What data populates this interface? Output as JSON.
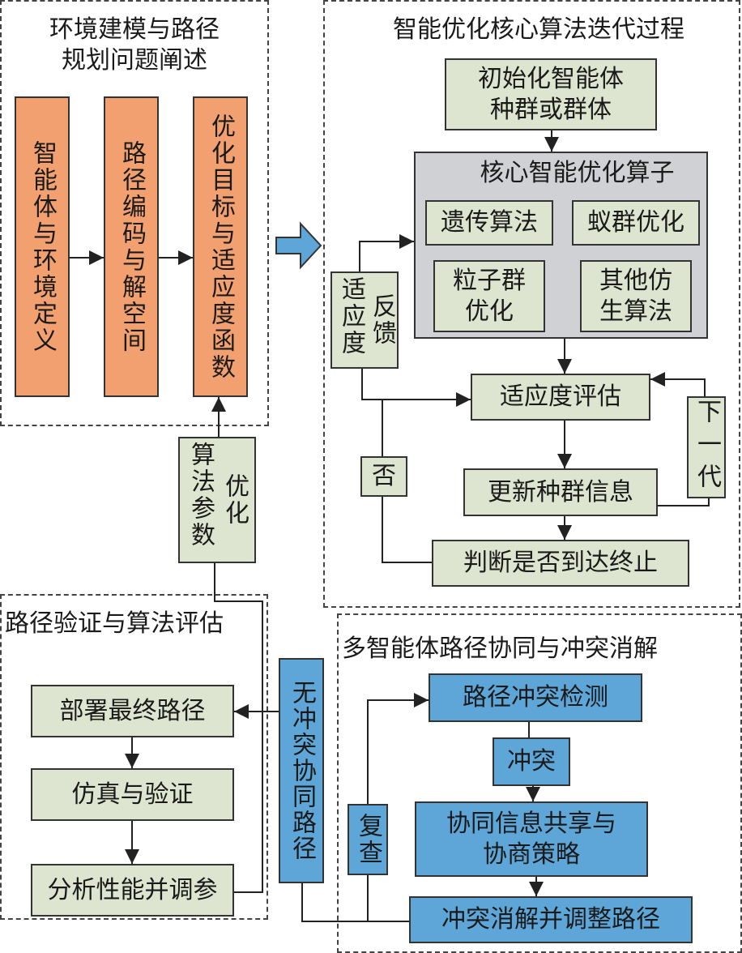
{
  "colors": {
    "process_green": "#dde5d0",
    "problem_orange": "#f2a070",
    "coordination_blue": "#5ea6d8",
    "operator_gray": "#d0d1d5",
    "line": "#222222"
  },
  "regions": {
    "modeling": {
      "title_line1": "环境建模与路径",
      "title_line2": "规划问题阐述",
      "steps": [
        "智能体与环境定义",
        "路径编码与解空间",
        "优化目标与适应度函数"
      ]
    },
    "core": {
      "title": "智能优化核心算法迭代过程",
      "init_line1": "初始化智能体",
      "init_line2": "种群或群体",
      "operator_title": "核心智能优化算子",
      "algorithms": {
        "ga": "遗传算法",
        "aco": "蚁群优化",
        "pso_line1": "粒子群",
        "pso_line2": "优化",
        "other_line1": "其他仿",
        "other_line2": "生算法"
      },
      "fitness_eval": "适应度评估",
      "update_population": "更新种群信息",
      "check_termination": "判断是否到达终止",
      "feedback_col1": "反馈",
      "feedback_col2": "适应度",
      "no_label": "否",
      "next_gen_label": "下一代"
    },
    "params": {
      "col1": "优化",
      "col2": "算法参数"
    },
    "validation": {
      "title": "路径验证与算法评估",
      "steps": [
        "部署最终路径",
        "仿真与验证",
        "分析性能并调参"
      ]
    },
    "coordination": {
      "title": "多智能体路径协同与冲突消解",
      "detect": "路径冲突检测",
      "conflict_label": "冲突",
      "negotiate_line1": "协同信息共享与",
      "negotiate_line2": "协商策略",
      "resolve": "冲突消解并调整路径",
      "recheck_label": "复查",
      "no_conflict_label": "无冲突协同路径"
    }
  }
}
